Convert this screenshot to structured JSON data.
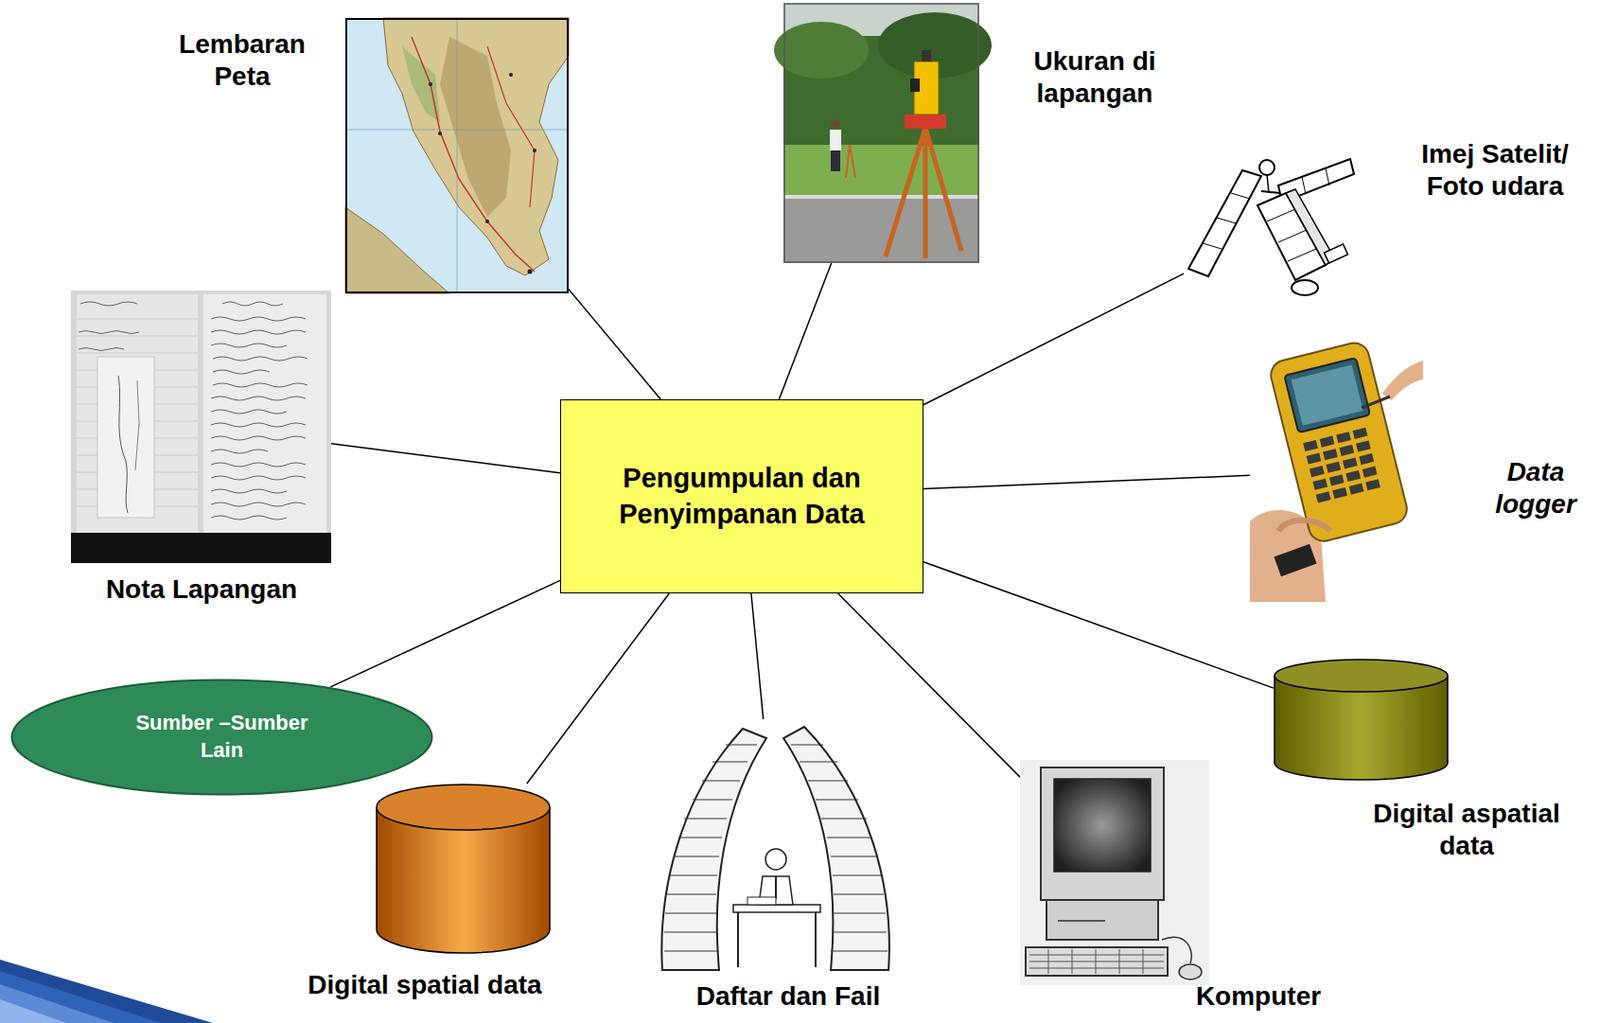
{
  "diagram": {
    "nodes": [
      {
        "text": [
          "Lembaran Peta"
        ]
      },
      {
        "text": [
          "Ukuran di lapangan"
        ]
      },
      {
        "text": [
          "Imej Satelit/ Foto udara"
        ]
      },
      {
        "text": [
          "Nota Lapangan"
        ]
      },
      {
        "text": [
          "Pengumpulan dan Penyimpanan Data"
        ]
      },
      {
        "text": [
          "Data logger"
        ]
      },
      {
        "text": [
          "Digital aspatial data"
        ]
      },
      {
        "text": [
          "Sumber –Sumber Lain"
        ]
      },
      {
        "text": [
          "Digital spatial data"
        ]
      },
      {
        "text": [
          "Daftar dan Fail"
        ]
      },
      {
        "text": [
          "Komputer"
        ]
      }
    ],
    "edges": [
      {
        "from": 4,
        "to": 0,
        "arrow": "none"
      },
      {
        "from": 4,
        "to": 1,
        "arrow": "none"
      },
      {
        "from": 4,
        "to": 2,
        "arrow": "none"
      },
      {
        "from": 4,
        "to": 3,
        "arrow": "none"
      },
      {
        "from": 4,
        "to": 5,
        "arrow": "none"
      },
      {
        "from": 4,
        "to": 6,
        "arrow": "none"
      },
      {
        "from": 4,
        "to": 7,
        "arrow": "none"
      },
      {
        "from": 4,
        "to": 8,
        "arrow": "none"
      },
      {
        "from": 4,
        "to": 9,
        "arrow": "none"
      },
      {
        "from": 4,
        "to": 10,
        "arrow": "none"
      }
    ]
  }
}
